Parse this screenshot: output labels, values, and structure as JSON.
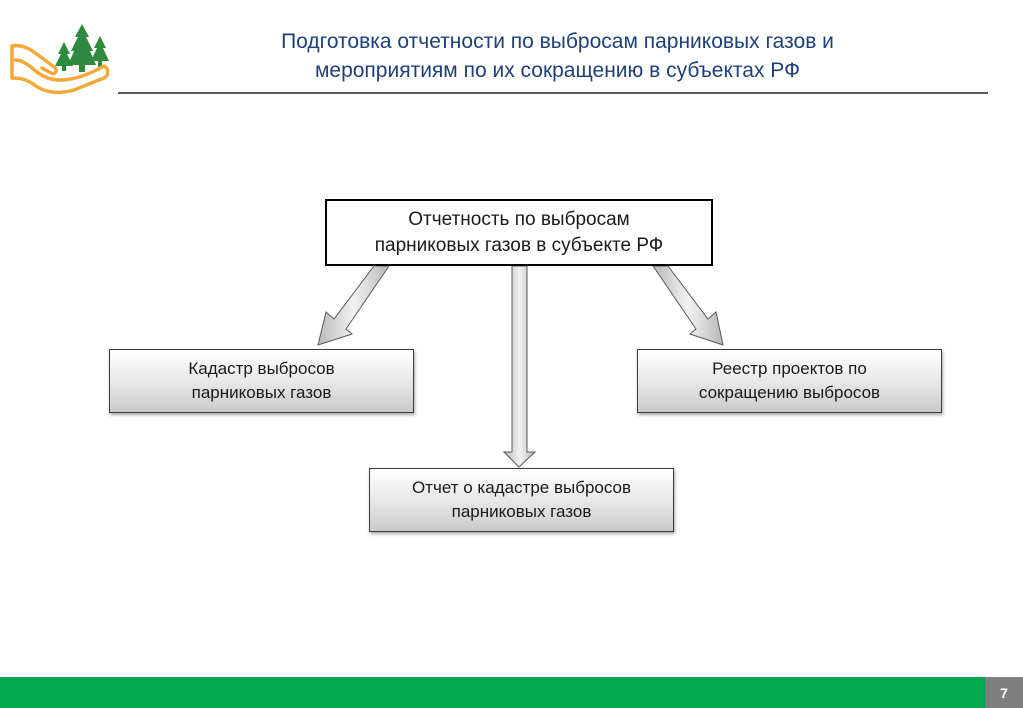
{
  "header": {
    "title_line1": "Подготовка отчетности по выбросам парниковых газов и",
    "title_line2": "мероприятиям по их сокращению в субъектах РФ"
  },
  "diagram": {
    "root": {
      "line1": "Отчетность по выбросам",
      "line2": "парниковых газов в субъекте РФ"
    },
    "children": [
      {
        "line1": "Кадастр выбросов",
        "line2": "парниковых газов"
      },
      {
        "line1": "Реестр проектов по",
        "line2": "сокращению выбросов"
      },
      {
        "line1": "Отчет о кадастре выбросов",
        "line2": "парниковых газов"
      }
    ]
  },
  "footer": {
    "page_number": "7"
  },
  "colors": {
    "title_text": "#1f3f7a",
    "footer_bar": "#00a84f",
    "page_badge": "#7f7f7f",
    "logo_hand": "#f3a93a",
    "logo_trees": "#2e8b3d"
  },
  "icons": {
    "logo": "hand-holding-trees-icon"
  }
}
